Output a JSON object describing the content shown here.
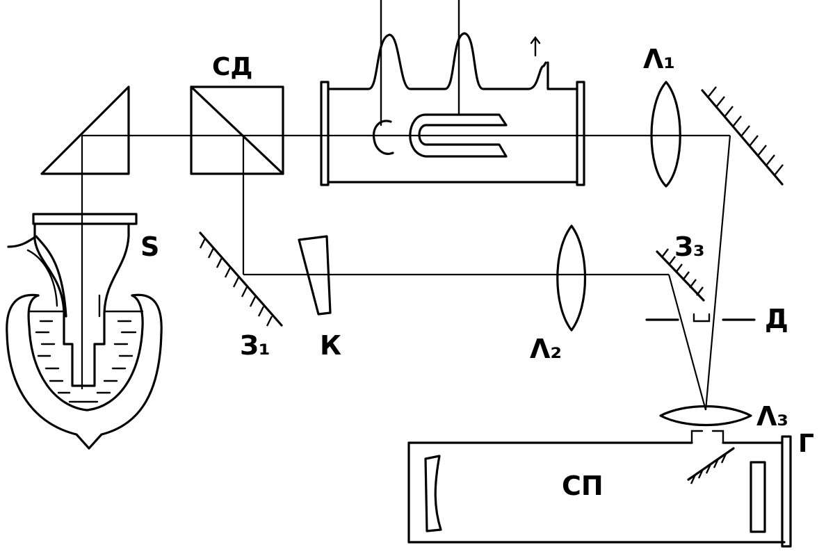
{
  "labels": {
    "beam_splitter": "СД",
    "vessel": "S",
    "lens_1": "Λ₁",
    "lens_2": "Λ₂",
    "lens_3": "Λ₃",
    "mirror_1": "З₁",
    "mirror_3": "З₃",
    "wedge": "К",
    "slit": "Д",
    "spectrograph": "СП",
    "plate": "Г"
  }
}
